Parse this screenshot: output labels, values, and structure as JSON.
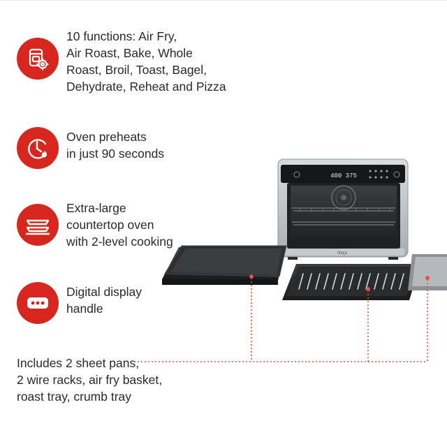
{
  "features": [
    {
      "icon": "air-fryer-gear-icon",
      "text": "10 functions: Air Fry,\nAir Roast, Bake, Whole\nRoast, Broil, Toast, Bagel,\nDehydrate, Reheat and Pizza"
    },
    {
      "icon": "clock-flame-icon",
      "text": "Oven preheats\nin just 90 seconds"
    },
    {
      "icon": "two-level-oven-icon",
      "text": "Extra-large\ncountertop oven\nwith 2-level cooking"
    },
    {
      "icon": "digital-display-icon",
      "text": "Digital display\nhandle"
    }
  ],
  "includes_text": "Includes 2 sheet pans,\n2 wire racks, air fry basket,\nroast tray, crumb tray",
  "oven": {
    "display_readout": "400 375",
    "brand": "Ninja"
  },
  "colors": {
    "accent_red": "#d7261e",
    "text": "#2a2a2a",
    "dotted_line": "#e0504a"
  }
}
